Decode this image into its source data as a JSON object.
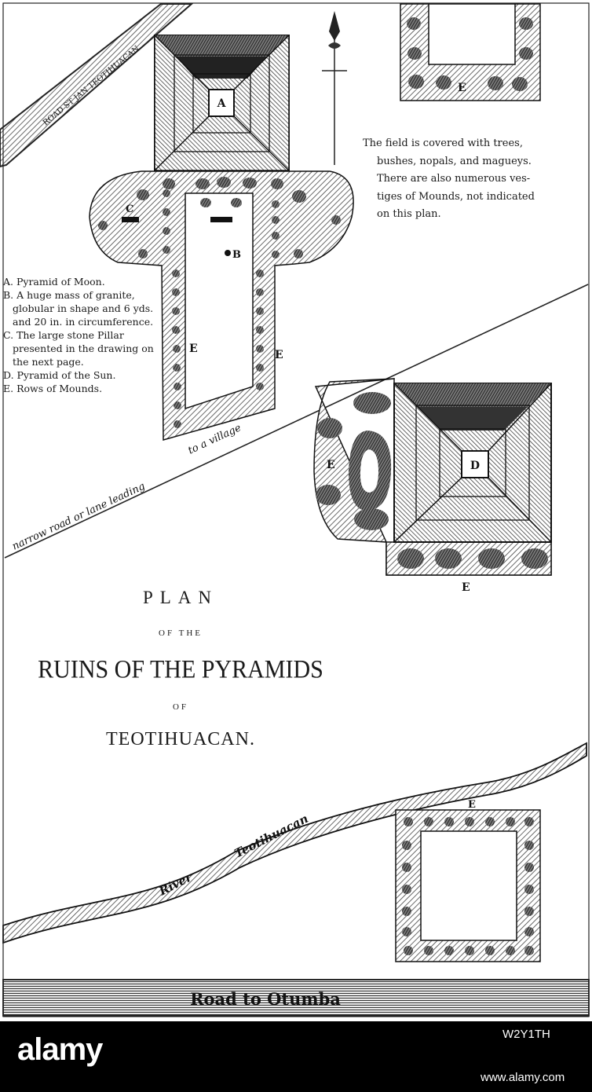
{
  "labels": {
    "road_teotihuacan": "ROAD ST JAN TEOTIHUACAN",
    "pyramid_moon": "A",
    "stone_pillar": "C",
    "granite_mass": "B",
    "mounds": "E",
    "pyramid_sun": "D",
    "lane": "narrow road or lane leading",
    "lane_end": "to a village",
    "river": "River",
    "river_name": "Teotihuacan",
    "road_otumba": "Road to Otumba"
  },
  "legend": {
    "a": "A. Pyramid of Moon.",
    "b": "B. A huge mass of granite, globular in shape and 6 yds. and 20 in. in circumference.",
    "c": "C. The large stone Pillar presented in the drawing on the next page.",
    "d": "D. Pyramid of the Sun.",
    "e": "E. Rows of Mounds."
  },
  "note": {
    "line1": "The field is covered with trees,",
    "line2": "bushes, nopals, and magueys.",
    "line3": "There are also numerous ves-",
    "line4": "tiges of Mounds, not indicated",
    "line5": "on this plan."
  },
  "title": {
    "line1": "PLAN",
    "line2": "OF THE",
    "line3": "RUINS OF THE PYRAMIDS",
    "line4": "OF",
    "line5": "TEOTIHUACAN."
  },
  "watermark": {
    "brand": "alamy",
    "image_id": "W2Y1TH",
    "site": "www.alamy.com"
  }
}
